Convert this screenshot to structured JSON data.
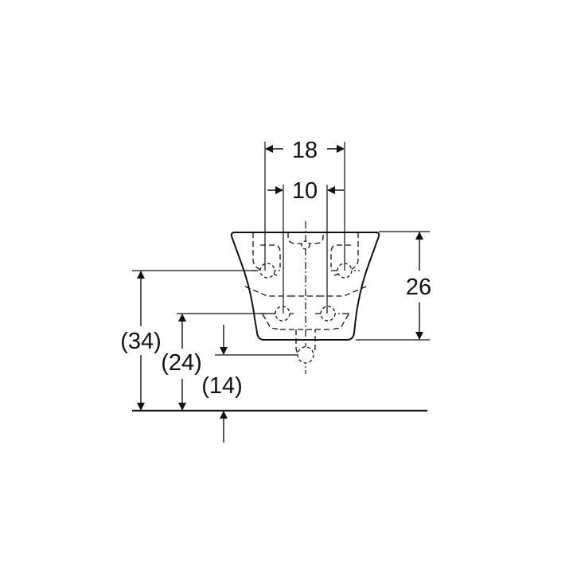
{
  "colors": {
    "line": "#111111",
    "background": "#ffffff"
  },
  "dimensions": {
    "width_outer": "18",
    "width_inner": "10",
    "height_bowl": "26",
    "height_upper_holes": "(34)",
    "height_mid_holes": "(24)",
    "height_bottom_hole": "(14)"
  }
}
